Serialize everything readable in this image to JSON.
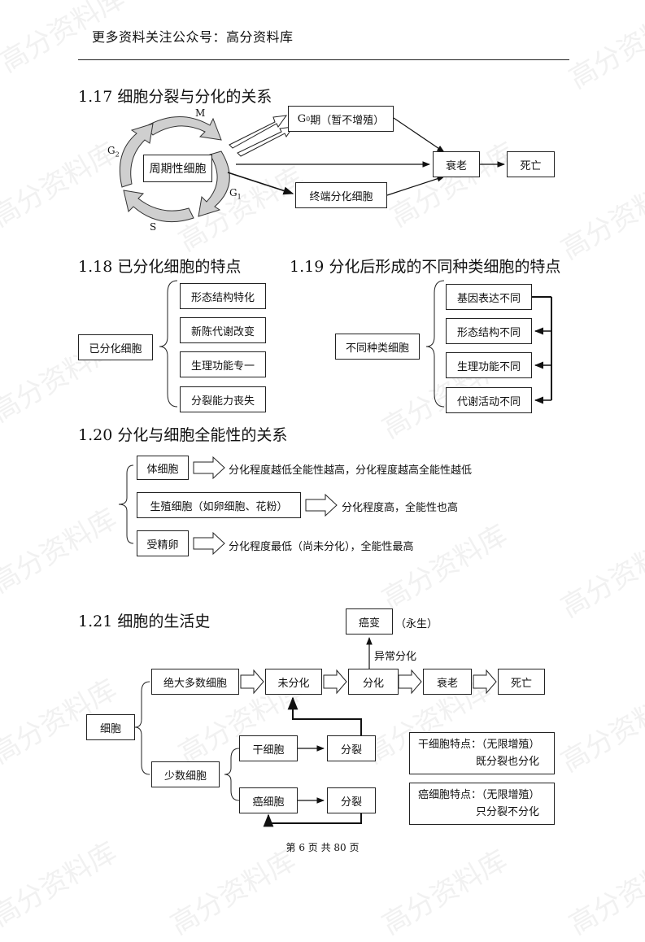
{
  "header": {
    "text": "更多资料关注公众号：高分资料库"
  },
  "watermark": "高分资料库",
  "s117": {
    "title": "1.17 细胞分裂与分化的关系",
    "cycle_box": "周期性细胞",
    "label_m": "M",
    "label_g2": "G",
    "label_g2_sub": "2",
    "label_g1": "G",
    "label_g1_sub": "1",
    "label_s": "S",
    "g0_box_prefix": "G",
    "g0_box_sub": "0",
    "g0_box_rest": "期（暂不增殖）",
    "aging": "衰老",
    "death": "死亡",
    "terminal": "终端分化细胞"
  },
  "s118": {
    "title": "1.18 已分化细胞的特点",
    "root": "已分化细胞",
    "items": [
      "形态结构特化",
      "新陈代谢改变",
      "生理功能专一",
      "分裂能力丧失"
    ]
  },
  "s119": {
    "title": "1.19 分化后形成的不同种类细胞的特点",
    "root": "不同种类细胞",
    "items": [
      "基因表达不同",
      "形态结构不同",
      "生理功能不同",
      "代谢活动不同"
    ]
  },
  "s120": {
    "title": "1.20 分化与细胞全能性的关系",
    "rows": [
      {
        "box": "体细胞",
        "text": "分化程度越低全能性越高，分化程度越高全能性越低"
      },
      {
        "box": "生殖细胞（如卵细胞、花粉）",
        "text": "分化程度高，全能性也高"
      },
      {
        "box": "受精卵",
        "text": "分化程度最低（尚未分化），全能性最高"
      }
    ]
  },
  "s121": {
    "title": "1.21 细胞的生活史",
    "cell": "细胞",
    "majority": "绝大多数细胞",
    "undiff": "未分化",
    "diff": "分化",
    "aging": "衰老",
    "death": "死亡",
    "cancer_change": "癌变",
    "immortal": "（永生）",
    "abnormal": "异常分化",
    "minority": "少数细胞",
    "stem": "干细胞",
    "stem_div": "分裂",
    "cancer_cell": "癌细胞",
    "cancer_div": "分裂",
    "note1_l1": "干细胞特点：（无限增殖）",
    "note1_l2": "既分裂也分化",
    "note2_l1": "癌细胞特点：（无限增殖）",
    "note2_l2": "只分裂不分化"
  },
  "footer": {
    "text": "第 6 页 共 80 页"
  }
}
